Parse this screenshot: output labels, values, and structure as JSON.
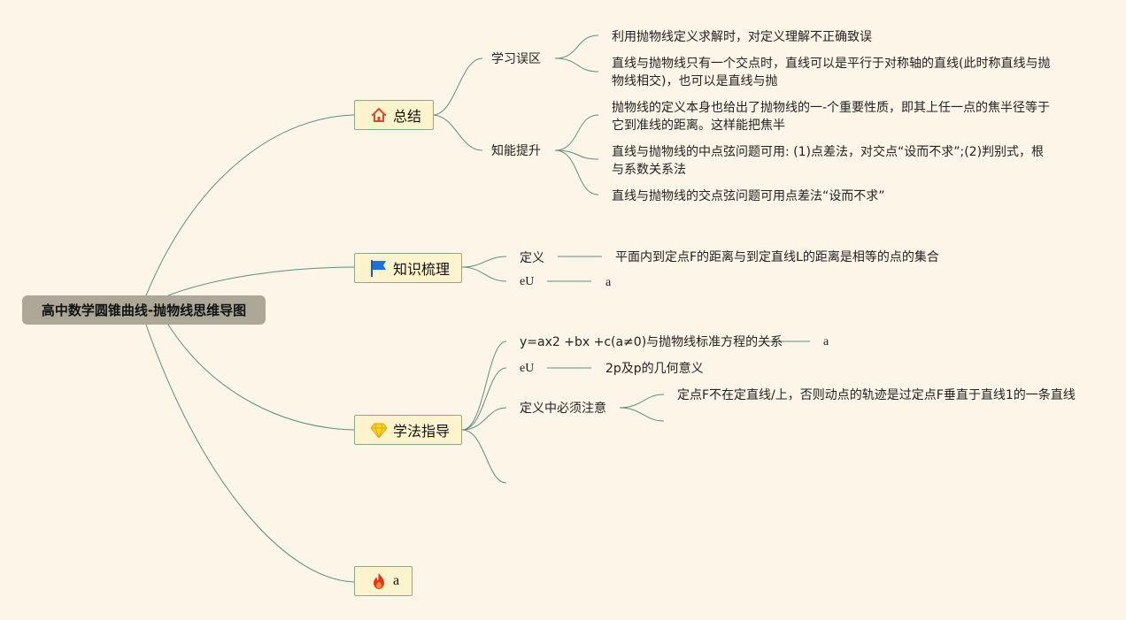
{
  "root": {
    "title": "高中数学圆锥曲线-抛物线思维导图"
  },
  "branches": {
    "summary": {
      "label": "总结",
      "icon": "house-icon",
      "children": {
        "mistakes": {
          "label": "学习误区",
          "items": [
            "利用抛物线定义求解时，对定义理解不正确致误",
            "直线与抛物线只有一个交点时，直线可以是平行于对称轴的直线(此时称直线与抛物线相交)，也可以是直线与抛"
          ]
        },
        "ability": {
          "label": "知能提升",
          "items": [
            "抛物线的定义本身也给出了抛物线的一-个重要性质，即其上任一点的焦半径等于它到准线的距离。这样能把焦半",
            "直线与抛物线的中点弦问题可用: (1)点差法，对交点“设而不求”;(2)判别式，根与系数关系法",
            "直线与抛物线的交点弦问题可用点差法“设而不求”"
          ]
        }
      }
    },
    "knowledge": {
      "label": "知识梳理",
      "icon": "flag-icon",
      "children": {
        "definition": {
          "label": "定义",
          "value": "平面内到定点F的距离与到定直线L的距离是相等的点的集合"
        },
        "eu": {
          "label": "eU",
          "value": "a"
        }
      }
    },
    "method": {
      "label": "学法指导",
      "icon": "diamond-icon",
      "children": {
        "relation": {
          "label": "y=ax2 +bx +c(a≠0)与抛物线标准方程的关系",
          "value": "a"
        },
        "eu": {
          "label": "eU",
          "value": "2p及p的几何意义"
        },
        "notice": {
          "label": "定义中必须注意",
          "value": "定点F不在定直线/上，否则动点的轨迹是过定点F垂直于直线1的一条直线"
        }
      }
    },
    "extra": {
      "label": "a",
      "icon": "fire-icon"
    }
  },
  "colors": {
    "background": "#fdf6e8",
    "root_fill": "#aca797",
    "node_fill": "#fdf3cd",
    "node_border": "#8fa88c",
    "link": "#5e8f7c"
  }
}
